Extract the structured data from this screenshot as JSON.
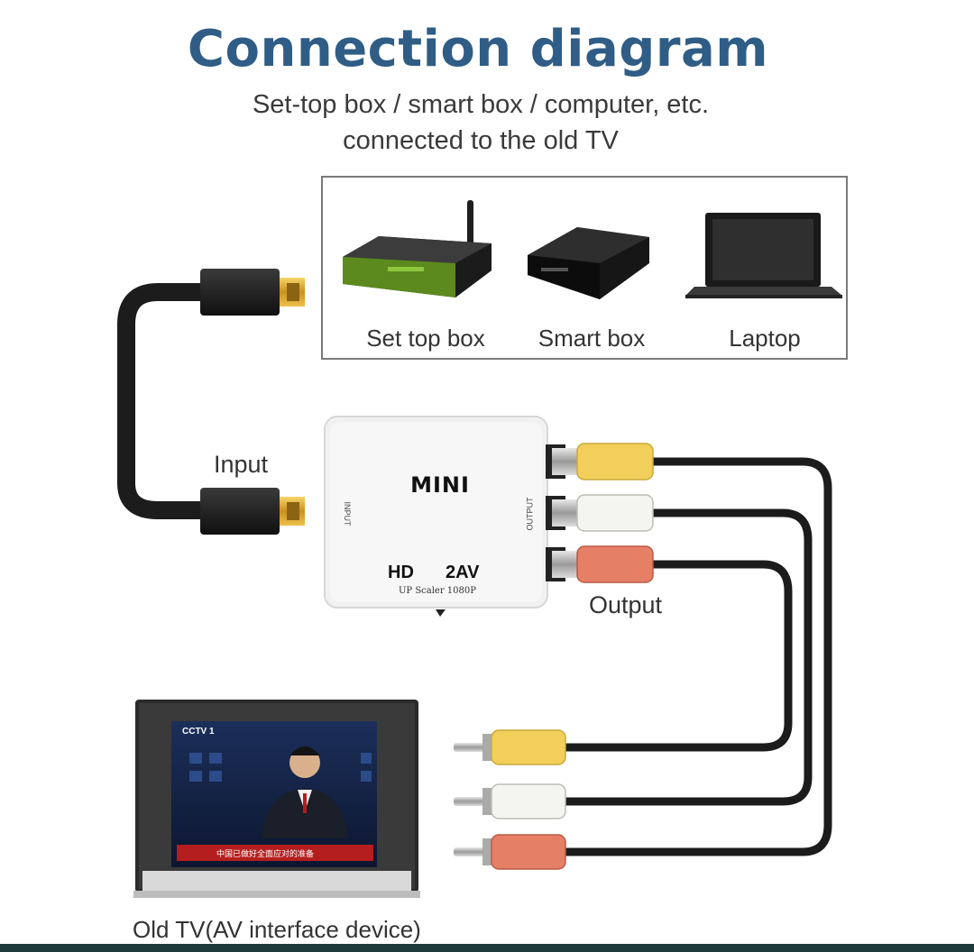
{
  "header": {
    "title": "Connection diagram",
    "subtitle_line1": "Set-top box / smart box / computer, etc.",
    "subtitle_line2": "connected to the old TV"
  },
  "devices": [
    {
      "label": "Set top box",
      "icon": "set-top-box-icon"
    },
    {
      "label": "Smart box",
      "icon": "smart-box-icon"
    },
    {
      "label": "Laptop",
      "icon": "laptop-icon"
    }
  ],
  "converter": {
    "brand": "MINI",
    "model_hd": "HD",
    "model_av": "2AV",
    "subtext": "UP Scaler 1080P",
    "input_port": "INPUT",
    "output_port": "OUTPUT"
  },
  "labels": {
    "input": "Input",
    "output": "Output",
    "tv": "Old TV(AV interface device)"
  },
  "tv_screen": {
    "channel_logo": "CCTV 1",
    "ticker": "中国已做好全面应对的准备"
  },
  "colors": {
    "title": "#2f5d86",
    "rca_yellow": "#f2cf5b",
    "rca_white": "#f4f4f0",
    "rca_red": "#e57f66",
    "cable": "#1c1c1c",
    "converter_body": "#f1f1f1"
  }
}
